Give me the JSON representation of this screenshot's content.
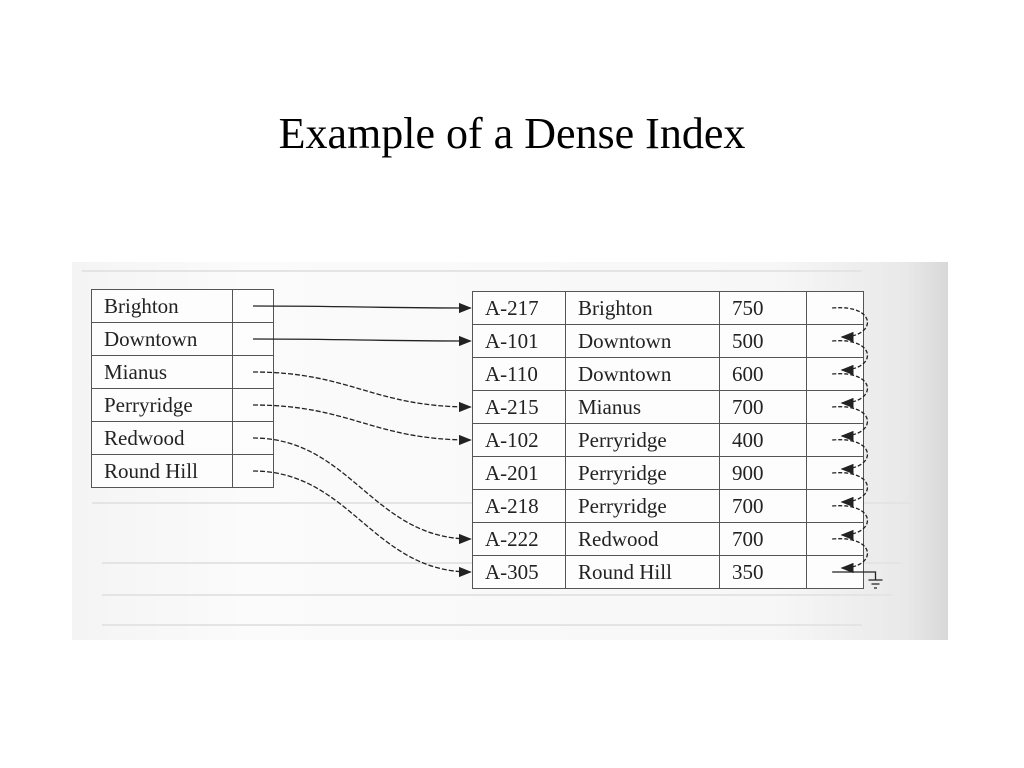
{
  "title": "Example of a Dense Index",
  "index_entries": [
    {
      "key": "Brighton",
      "points_to_row": 0
    },
    {
      "key": "Downtown",
      "points_to_row": 1
    },
    {
      "key": "Mianus",
      "points_to_row": 3
    },
    {
      "key": "Perryridge",
      "points_to_row": 4
    },
    {
      "key": "Redwood",
      "points_to_row": 7
    },
    {
      "key": "Round Hill",
      "points_to_row": 8
    }
  ],
  "records": [
    {
      "account": "A-217",
      "branch": "Brighton",
      "balance": "750"
    },
    {
      "account": "A-101",
      "branch": "Downtown",
      "balance": "500"
    },
    {
      "account": "A-110",
      "branch": "Downtown",
      "balance": "600"
    },
    {
      "account": "A-215",
      "branch": "Mianus",
      "balance": "700"
    },
    {
      "account": "A-102",
      "branch": "Perryridge",
      "balance": "400"
    },
    {
      "account": "A-201",
      "branch": "Perryridge",
      "balance": "900"
    },
    {
      "account": "A-218",
      "branch": "Perryridge",
      "balance": "700"
    },
    {
      "account": "A-222",
      "branch": "Redwood",
      "balance": "700"
    },
    {
      "account": "A-305",
      "branch": "Round Hill",
      "balance": "350"
    }
  ],
  "colors": {
    "line": "#222222",
    "border": "#555555"
  }
}
